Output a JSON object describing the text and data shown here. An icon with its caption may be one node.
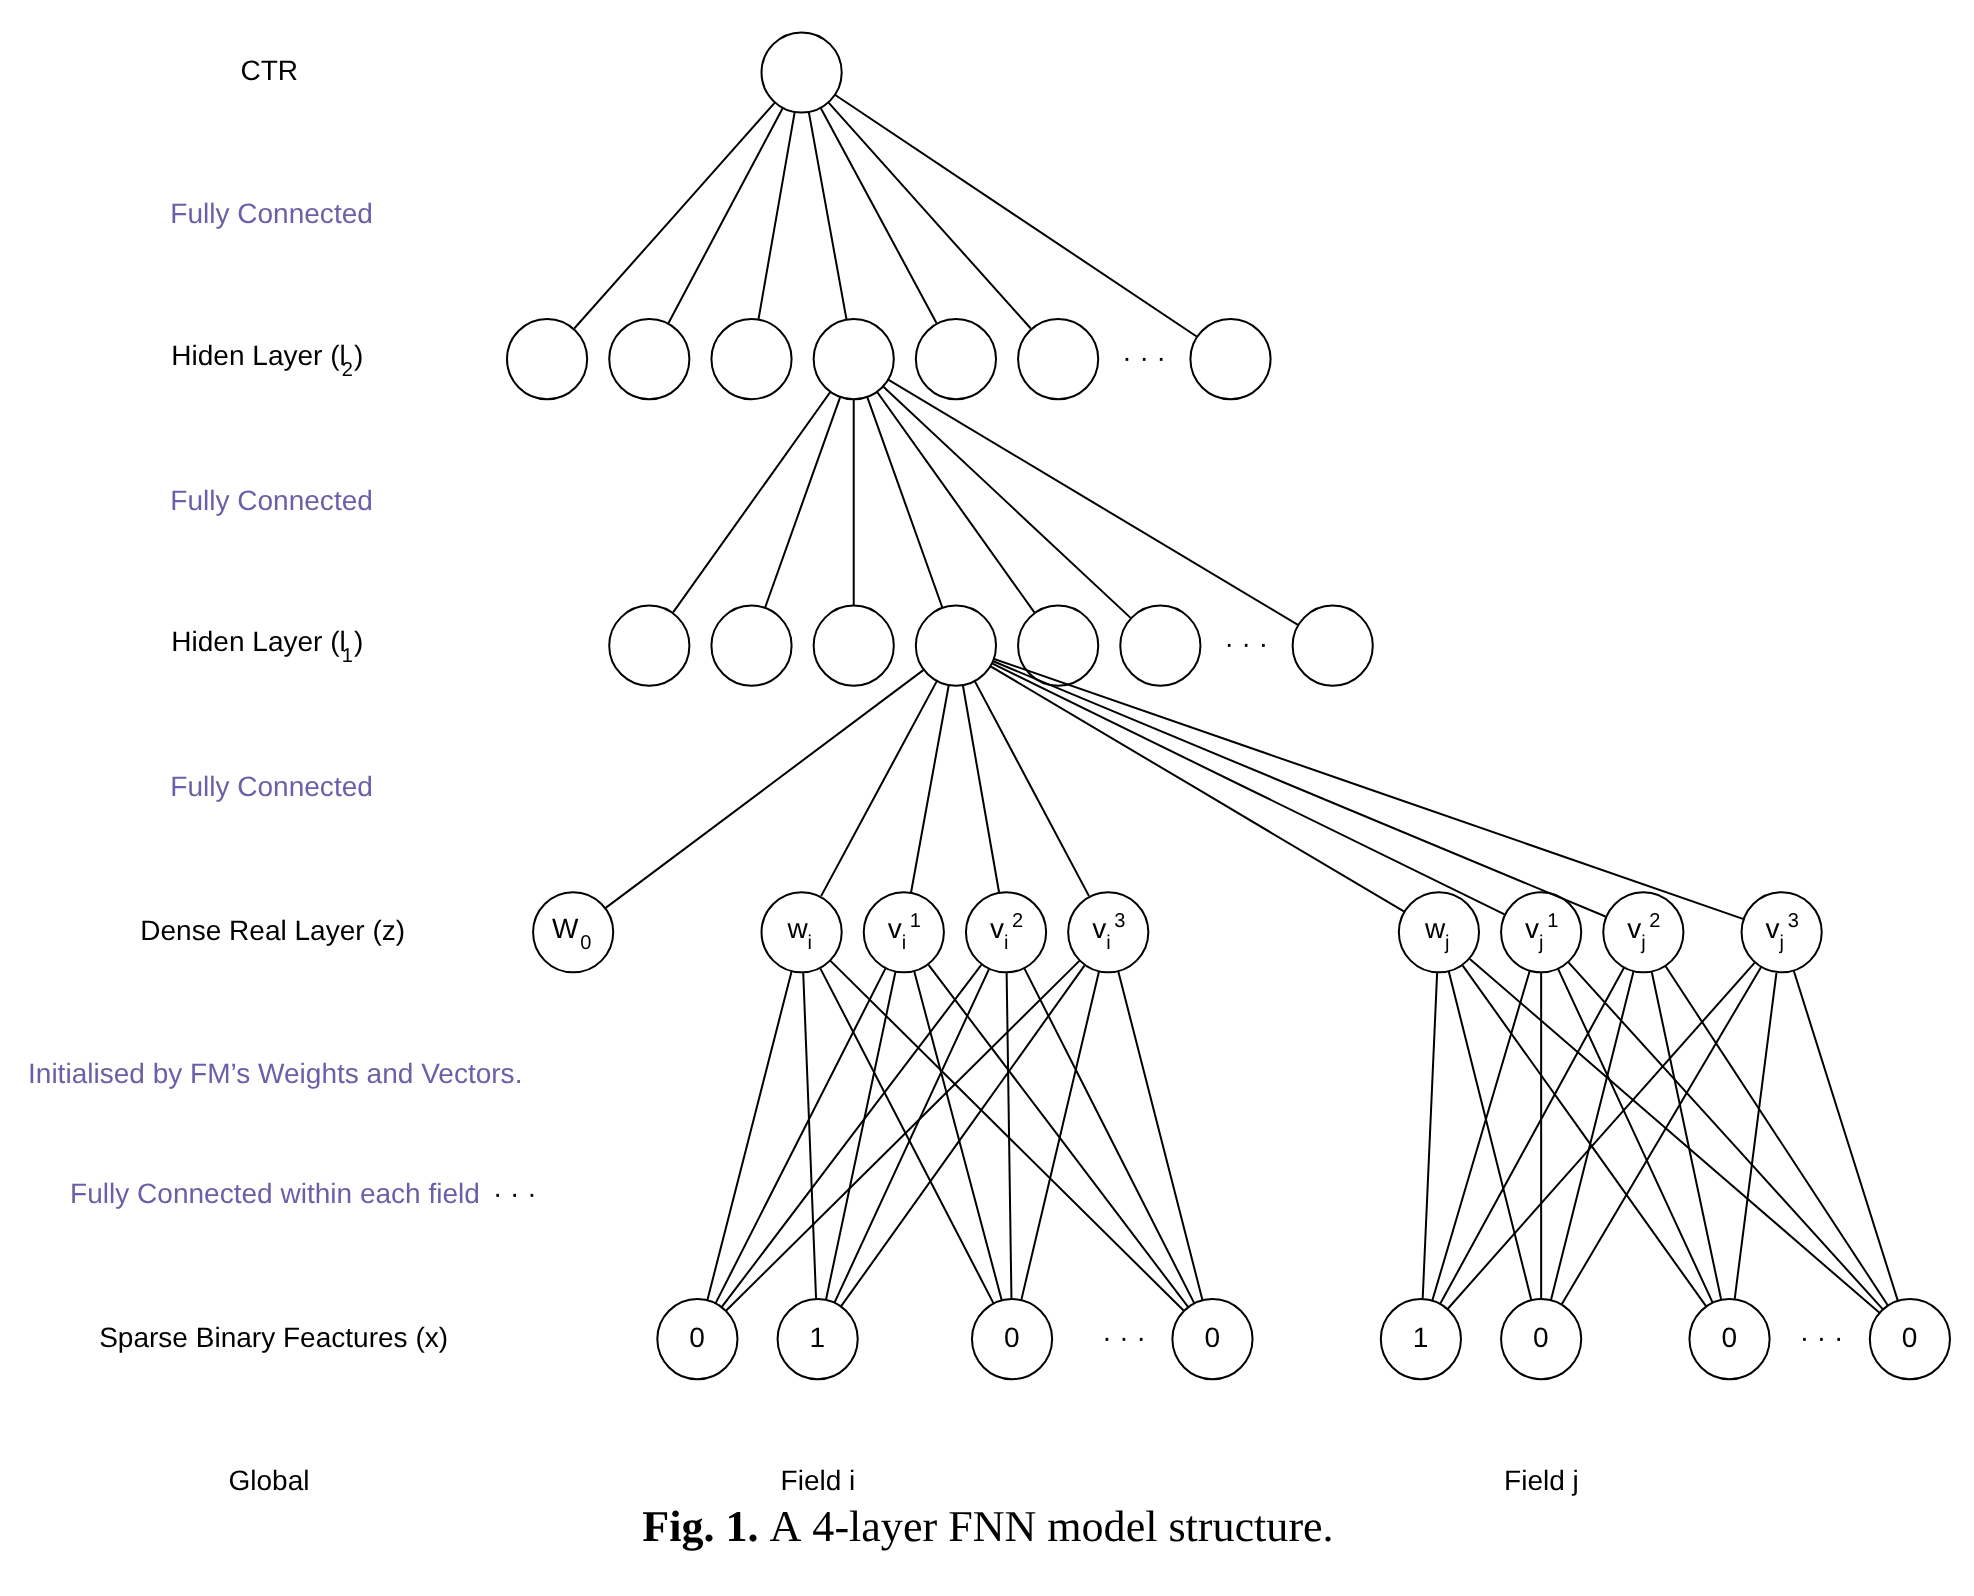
{
  "diagram": {
    "caption": "**Fig. 1.** A 4-layer FNN model structure.",
    "nodes": [
      {
        "text": [],
        "shape": "circle"
      },
      {
        "text": [],
        "shape": "circle"
      },
      {
        "text": [],
        "shape": "circle"
      },
      {
        "text": [],
        "shape": "circle"
      },
      {
        "text": [],
        "shape": "circle"
      },
      {
        "text": [],
        "shape": "circle"
      },
      {
        "text": [],
        "shape": "circle"
      },
      {
        "text": [],
        "shape": "circle"
      },
      {
        "text": [],
        "shape": "circle"
      },
      {
        "text": [],
        "shape": "circle"
      },
      {
        "text": [],
        "shape": "circle"
      },
      {
        "text": [],
        "shape": "circle"
      },
      {
        "text": [],
        "shape": "circle"
      },
      {
        "text": [],
        "shape": "circle"
      },
      {
        "text": [],
        "shape": "circle"
      },
      {
        "text": [
          "W$_{0}$"
        ]
      },
      {
        "text": [
          "w$_{i}$"
        ]
      },
      {
        "text": [
          "v$_{i}$$^{1}$"
        ]
      },
      {
        "text": [
          "v$_{i}$$^{2}$"
        ]
      },
      {
        "text": [
          "v$_{i}$$^{3}$"
        ]
      },
      {
        "text": [
          "w$_{j}$"
        ]
      },
      {
        "text": [
          "v$_{j}$$^{1}$"
        ]
      },
      {
        "text": [
          "v$_{j}$$^{2}$"
        ]
      },
      {
        "text": [
          "v$_{j}$$^{3}$"
        ]
      },
      {
        "text": [
          "0"
        ]
      },
      {
        "text": [
          "1"
        ]
      },
      {
        "text": [
          "0"
        ]
      },
      {
        "text": [
          "0"
        ]
      },
      {
        "text": [
          "1"
        ]
      },
      {
        "text": [
          "0"
        ]
      },
      {
        "text": [
          "0"
        ]
      },
      {
        "text": [
          "0"
        ]
      }
    ],
    "edges": [
      {
        "from": 0,
        "to": 1,
        "arrow": "none"
      },
      {
        "from": 0,
        "to": 2,
        "arrow": "none"
      },
      {
        "from": 0,
        "to": 3,
        "arrow": "none"
      },
      {
        "from": 0,
        "to": 4,
        "arrow": "none"
      },
      {
        "from": 0,
        "to": 5,
        "arrow": "none"
      },
      {
        "from": 0,
        "to": 6,
        "arrow": "none"
      },
      {
        "from": 0,
        "to": 7,
        "arrow": "none"
      },
      {
        "from": 4,
        "to": 8,
        "arrow": "none"
      },
      {
        "from": 4,
        "to": 9,
        "arrow": "none"
      },
      {
        "from": 4,
        "to": 10,
        "arrow": "none"
      },
      {
        "from": 4,
        "to": 11,
        "arrow": "none"
      },
      {
        "from": 4,
        "to": 12,
        "arrow": "none"
      },
      {
        "from": 4,
        "to": 13,
        "arrow": "none"
      },
      {
        "from": 4,
        "to": 14,
        "arrow": "none"
      },
      {
        "from": 11,
        "to": 15,
        "arrow": "none"
      },
      {
        "from": 11,
        "to": 16,
        "arrow": "none"
      },
      {
        "from": 11,
        "to": 17,
        "arrow": "none"
      },
      {
        "from": 11,
        "to": 18,
        "arrow": "none"
      },
      {
        "from": 11,
        "to": 19,
        "arrow": "none"
      },
      {
        "from": 11,
        "to": 20,
        "arrow": "none"
      },
      {
        "from": 11,
        "to": 21,
        "arrow": "none"
      },
      {
        "from": 11,
        "to": 22,
        "arrow": "none"
      },
      {
        "from": 11,
        "to": 23,
        "arrow": "none"
      },
      {
        "from": 16,
        "to": 24,
        "arrow": "none"
      },
      {
        "from": 16,
        "to": 25,
        "arrow": "none"
      },
      {
        "from": 16,
        "to": 26,
        "arrow": "none"
      },
      {
        "from": 16,
        "to": 27,
        "arrow": "none"
      },
      {
        "from": 17,
        "to": 24,
        "arrow": "none"
      },
      {
        "from": 17,
        "to": 25,
        "arrow": "none"
      },
      {
        "from": 17,
        "to": 26,
        "arrow": "none"
      },
      {
        "from": 17,
        "to": 27,
        "arrow": "none"
      },
      {
        "from": 18,
        "to": 24,
        "arrow": "none"
      },
      {
        "from": 18,
        "to": 25,
        "arrow": "none"
      },
      {
        "from": 18,
        "to": 26,
        "arrow": "none"
      },
      {
        "from": 18,
        "to": 27,
        "arrow": "none"
      },
      {
        "from": 19,
        "to": 24,
        "arrow": "none"
      },
      {
        "from": 19,
        "to": 25,
        "arrow": "none"
      },
      {
        "from": 19,
        "to": 26,
        "arrow": "none"
      },
      {
        "from": 19,
        "to": 27,
        "arrow": "none"
      },
      {
        "from": 20,
        "to": 28,
        "arrow": "none"
      },
      {
        "from": 20,
        "to": 29,
        "arrow": "none"
      },
      {
        "from": 20,
        "to": 30,
        "arrow": "none"
      },
      {
        "from": 20,
        "to": 31,
        "arrow": "none"
      },
      {
        "from": 21,
        "to": 28,
        "arrow": "none"
      },
      {
        "from": 21,
        "to": 29,
        "arrow": "none"
      },
      {
        "from": 21,
        "to": 30,
        "arrow": "none"
      },
      {
        "from": 21,
        "to": 31,
        "arrow": "none"
      },
      {
        "from": 22,
        "to": 28,
        "arrow": "none"
      },
      {
        "from": 22,
        "to": 29,
        "arrow": "none"
      },
      {
        "from": 22,
        "to": 30,
        "arrow": "none"
      },
      {
        "from": 22,
        "to": 31,
        "arrow": "none"
      },
      {
        "from": 23,
        "to": 28,
        "arrow": "none"
      },
      {
        "from": 23,
        "to": 29,
        "arrow": "none"
      },
      {
        "from": 23,
        "to": 30,
        "arrow": "none"
      },
      {
        "from": 23,
        "to": 31,
        "arrow": "none"
      }
    ],
    "labels": [
      "CTR",
      "Fully Connected",
      "Hiden Layer (l$_{2}$)",
      "· · ·",
      "Fully Connected",
      "Hiden Layer (l$_{1}$)",
      "· · ·",
      "Fully Connected",
      "Dense Real Layer (z)",
      "Initialised by FM’s Weights and Vectors.",
      "Fully Connected within each field",
      "· · ·",
      "Sparse Binary Feactures (x)",
      "· · ·",
      "· · ·",
      "Global",
      "Field i",
      "Field j"
    ]
  }
}
